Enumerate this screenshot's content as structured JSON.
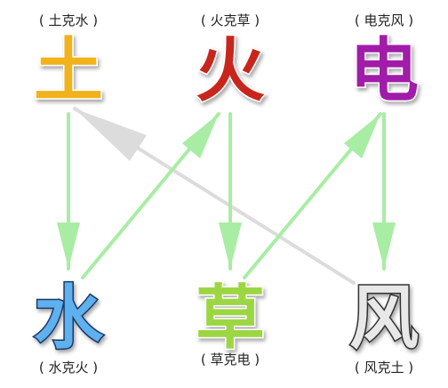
{
  "nodes": [
    {
      "id": "earth",
      "char": "土",
      "caption": "( 土克水 )",
      "color": "#f2b21a",
      "outline": "#ffffff"
    },
    {
      "id": "fire",
      "char": "火",
      "caption": "( 火克草 )",
      "color": "#c8261a",
      "outline": "#ffffff"
    },
    {
      "id": "electric",
      "char": "电",
      "caption": "( 电克风 )",
      "color": "#a11aa8",
      "outline": "#ffffff"
    },
    {
      "id": "water",
      "char": "水",
      "caption": "( 水克火 )",
      "color": "#5fb0ee",
      "outline": "#1a3a6a"
    },
    {
      "id": "grass",
      "char": "草",
      "caption": "( 草克电 )",
      "color": "#9cd642",
      "outline": "#ffffff"
    },
    {
      "id": "wind",
      "char": "风",
      "caption": "( 风克土 )",
      "color": "#e8e8e8",
      "outline": "#333333"
    }
  ],
  "arrows": [
    {
      "from": "earth",
      "to": "water",
      "color": "#a8eda3"
    },
    {
      "from": "water",
      "to": "fire",
      "color": "#a8eda3"
    },
    {
      "from": "fire",
      "to": "grass",
      "color": "#a8eda3"
    },
    {
      "from": "grass",
      "to": "electric",
      "color": "#a8eda3"
    },
    {
      "from": "electric",
      "to": "wind",
      "color": "#a8eda3"
    },
    {
      "from": "wind",
      "to": "earth",
      "color": "#dcdcdc"
    }
  ]
}
